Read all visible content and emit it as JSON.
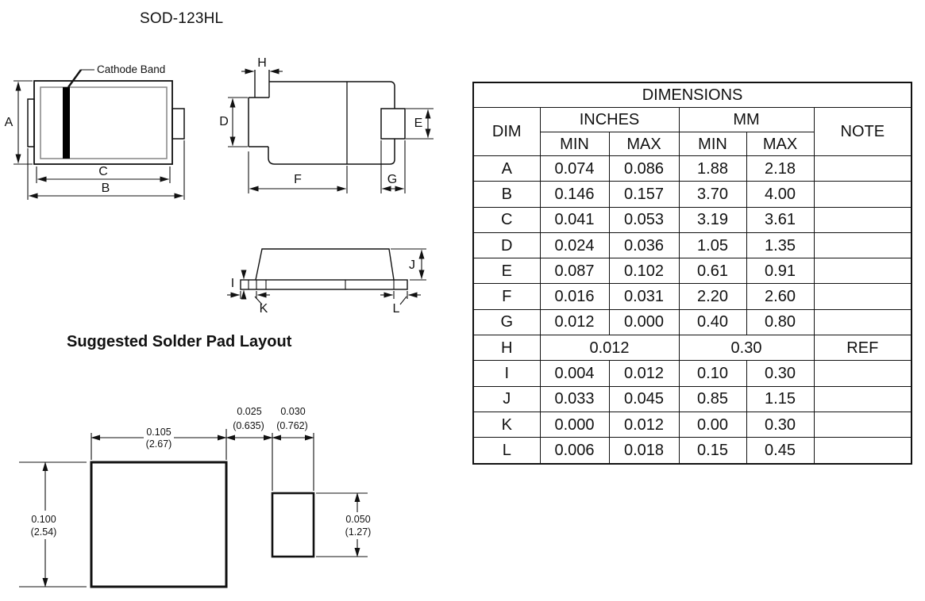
{
  "page_title": "SOD-123HL",
  "front_view": {
    "cathode_band_label": "Cathode Band",
    "dims": {
      "a": "A",
      "b": "B",
      "c": "C"
    }
  },
  "top_view": {
    "dims": {
      "d": "D",
      "e": "E",
      "f": "F",
      "g": "G",
      "h": "H"
    }
  },
  "side_view": {
    "dims": {
      "i": "I",
      "j": "J",
      "k": "K",
      "l": "L"
    }
  },
  "solder_pad_layout": {
    "heading": "Suggested Solder Pad Layout",
    "pad_width_in": "0.105",
    "pad_width_mm": "(2.67)",
    "gap_in": "0.025",
    "gap_mm": "(0.635)",
    "small_pad_width_in": "0.030",
    "small_pad_width_mm": "(0.762)",
    "pad_height_in": "0.100",
    "pad_height_mm": "(2.54)",
    "small_pad_height_in": "0.050",
    "small_pad_height_mm": "(1.27)"
  },
  "dimensions_table": {
    "title": "DIMENSIONS",
    "col_dim": "DIM",
    "col_inches": "INCHES",
    "col_mm": "MM",
    "col_note": "NOTE",
    "col_min": "MIN",
    "col_max": "MAX",
    "rows": [
      {
        "dim": "A",
        "in_min": "0.074",
        "in_max": "0.086",
        "mm_min": "1.88",
        "mm_max": "2.18",
        "note": ""
      },
      {
        "dim": "B",
        "in_min": "0.146",
        "in_max": "0.157",
        "mm_min": "3.70",
        "mm_max": "4.00",
        "note": ""
      },
      {
        "dim": "C",
        "in_min": "0.041",
        "in_max": "0.053",
        "mm_min": "3.19",
        "mm_max": "3.61",
        "note": ""
      },
      {
        "dim": "D",
        "in_min": "0.024",
        "in_max": "0.036",
        "mm_min": "1.05",
        "mm_max": "1.35",
        "note": ""
      },
      {
        "dim": "E",
        "in_min": "0.087",
        "in_max": "0.102",
        "mm_min": "0.61",
        "mm_max": "0.91",
        "note": ""
      },
      {
        "dim": "F",
        "in_min": "0.016",
        "in_max": "0.031",
        "mm_min": "2.20",
        "mm_max": "2.60",
        "note": ""
      },
      {
        "dim": "G",
        "in_min": "0.012",
        "in_max": "0.000",
        "mm_min": "0.40",
        "mm_max": "0.80",
        "note": ""
      },
      {
        "dim": "H",
        "merged": true,
        "in_merged": "0.012",
        "mm_merged": "0.30",
        "note": "REF"
      },
      {
        "dim": "I",
        "in_min": "0.004",
        "in_max": "0.012",
        "mm_min": "0.10",
        "mm_max": "0.30",
        "note": ""
      },
      {
        "dim": "J",
        "in_min": "0.033",
        "in_max": "0.045",
        "mm_min": "0.85",
        "mm_max": "1.15",
        "note": ""
      },
      {
        "dim": "K",
        "in_min": "0.000",
        "in_max": "0.012",
        "mm_min": "0.00",
        "mm_max": "0.30",
        "note": ""
      },
      {
        "dim": "L",
        "in_min": "0.006",
        "in_max": "0.018",
        "mm_min": "0.15",
        "mm_max": "0.45",
        "note": ""
      }
    ]
  }
}
